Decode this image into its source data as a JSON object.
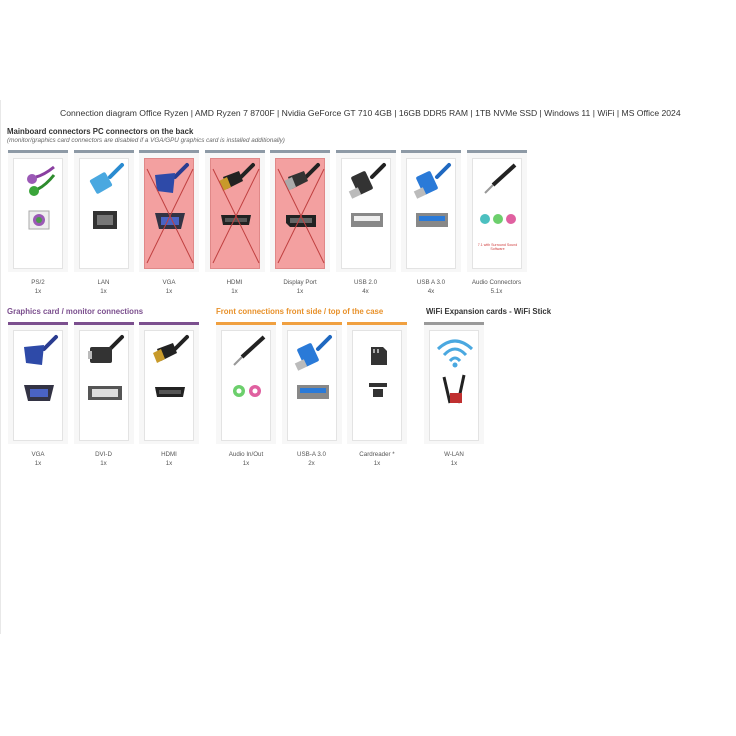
{
  "title": "Connection diagram Office Ryzen | AMD Ryzen 7 8700F | Nvidia GeForce GT 710 4GB | 16GB DDR5 RAM | 1TB NVMe SSD | Windows 11 | WiFi | MS Office 2024",
  "mainboard": {
    "title": "Mainboard connectors PC connectors on the back",
    "subtitle": "(monitor/graphics card connectors are disabled if a VGA/GPU graphics card is installed additionally)",
    "items": [
      {
        "name": "PS/2",
        "count": "1x",
        "icon": "ps2-connector-icon",
        "disabled": false
      },
      {
        "name": "LAN",
        "count": "1x",
        "icon": "lan-connector-icon",
        "disabled": false
      },
      {
        "name": "VGA",
        "count": "1x",
        "icon": "vga-connector-icon",
        "disabled": true
      },
      {
        "name": "HDMI",
        "count": "1x",
        "icon": "hdmi-connector-icon",
        "disabled": true
      },
      {
        "name": "Display Port",
        "count": "1x",
        "icon": "displayport-connector-icon",
        "disabled": true
      },
      {
        "name": "USB 2.0",
        "count": "4x",
        "icon": "usb2-connector-icon",
        "disabled": false
      },
      {
        "name": "USB A 3.0",
        "count": "4x",
        "icon": "usb3-connector-icon",
        "disabled": false
      },
      {
        "name": "Audio Connectors",
        "count": "5.1x",
        "icon": "audio-connector-icon",
        "disabled": false,
        "note": "7.1 with Surround Sound Software"
      }
    ]
  },
  "graphics": {
    "title": "Graphics card / monitor connections",
    "items": [
      {
        "name": "VGA",
        "count": "1x",
        "icon": "vga-connector-icon"
      },
      {
        "name": "DVI-D",
        "count": "1x",
        "icon": "dvi-connector-icon"
      },
      {
        "name": "HDMI",
        "count": "1x",
        "icon": "hdmi-connector-icon"
      }
    ]
  },
  "front": {
    "title": "Front connections front side / top of the case",
    "items": [
      {
        "name": "Audio In/Out",
        "count": "1x",
        "icon": "audio-jack-icon"
      },
      {
        "name": "USB-A 3.0",
        "count": "2x",
        "icon": "usb3-connector-icon"
      },
      {
        "name": "Cardreader *",
        "count": "1x",
        "icon": "sd-card-icon"
      }
    ]
  },
  "wifi": {
    "title": "WiFi Expansion cards - WiFi Stick",
    "items": [
      {
        "name": "W-LAN",
        "count": "1x",
        "icon": "wifi-antenna-icon"
      }
    ]
  },
  "colors": {
    "mainboard_bar": "#8e9aa6",
    "graphics_bar": "#7b4f8e",
    "front_bar": "#f0a040",
    "wifi_bar": "#9a9a9a",
    "disabled_fill": "#f3a0a0",
    "graphics_title": "#7b4f8e",
    "front_title": "#e8912a"
  }
}
